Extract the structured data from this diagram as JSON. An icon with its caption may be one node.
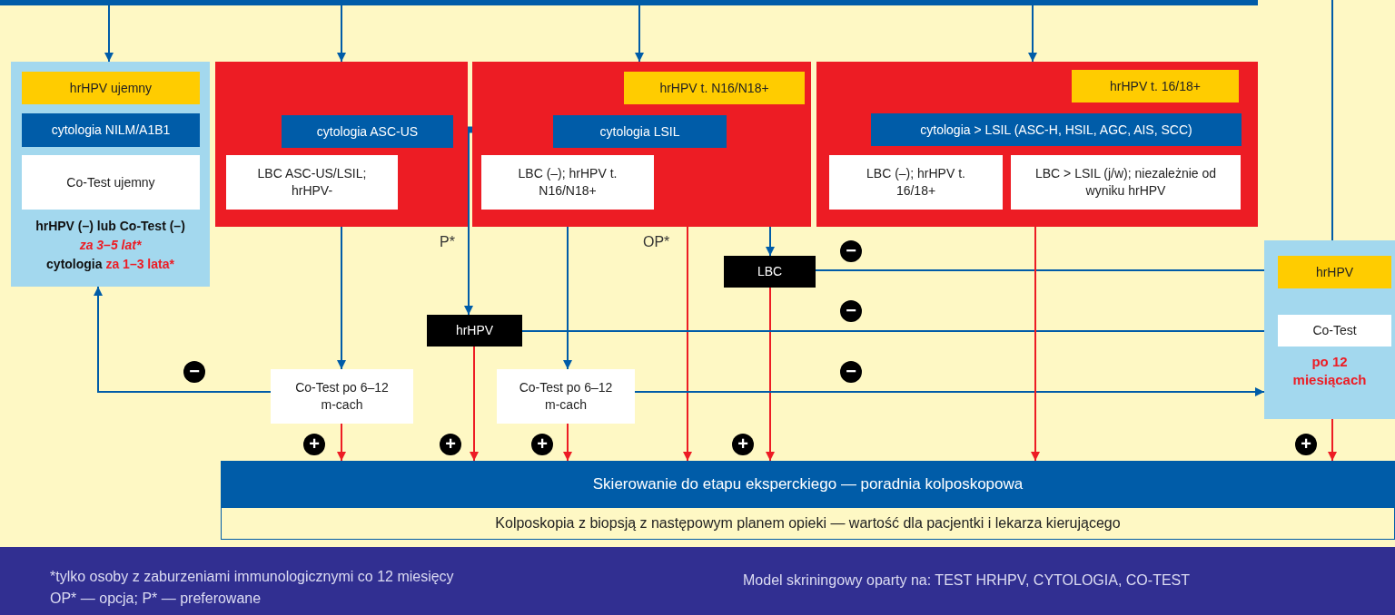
{
  "diagram": {
    "nodes": [
      {
        "text": [],
        "shape": "bar"
      },
      {
        "text": [
          "hrHPV (–) lub Co-Test (–)",
          "za 3–5 lat*",
          "cytologia",
          "za 1–3 lata*"
        ]
      },
      {
        "text": [
          "hrHPV ujemny"
        ],
        "in": 1
      },
      {
        "text": [
          "cytologia NILM/A1B1"
        ],
        "in": 1
      },
      {
        "text": [
          "Co-Test ujemny"
        ],
        "in": 1
      },
      {
        "text": [],
        "shape": "box"
      },
      {
        "text": [
          "cytologia ASC-US"
        ],
        "in": 5
      },
      {
        "text": [
          "LBC ASC-US/LSIL; hrHPV-"
        ],
        "in": 5
      },
      {
        "text": [],
        "shape": "box"
      },
      {
        "text": [
          "hrHPV t. N16/N18+"
        ],
        "in": 8
      },
      {
        "text": [
          "cytologia LSIL"
        ],
        "in": 8
      },
      {
        "text": [
          "LBC (–); hrHPV t. N16/N18+"
        ],
        "in": 8
      },
      {
        "text": [],
        "shape": "box"
      },
      {
        "text": [
          "hrHPV t. 16/18+"
        ],
        "in": 12
      },
      {
        "text": [
          "cytologia > LSIL (ASC-H, HSIL, AGC, AIS, SCC)"
        ],
        "in": 12
      },
      {
        "text": [
          "LBC (–); hrHPV t. 16/18+"
        ],
        "in": 12
      },
      {
        "text": [
          "LBC > LSIL (j/w); niezależnie od wyniku hrHPV"
        ],
        "in": 12
      },
      {
        "text": [
          "LBC"
        ]
      },
      {
        "text": [
          "hrHPV"
        ]
      },
      {
        "text": [
          "Co-Test po 6–12 m-cach"
        ]
      },
      {
        "text": [
          "Co-Test po 6–12 m-cach"
        ]
      },
      {
        "text": [
          "po 12 miesiącach"
        ]
      },
      {
        "text": [
          "hrHPV"
        ],
        "in": 21
      },
      {
        "text": [
          "Co-Test"
        ],
        "in": 21
      },
      {
        "text": [
          "Skierowanie do etapu eksperckiego — poradnia kolposkopowa"
        ]
      },
      {
        "text": [
          "Kolposkopia z biopsją z następowym planem opieki — wartość dla pacjentki i lekarza kierującego"
        ]
      },
      {
        "text": [
          "*tylko osoby z zaburzeniami immunologicznymi co 12 miesięcy",
          "OP* — opcja; P* — preferowane",
          "Model skriningowy oparty na: TEST HRHPV, CYTOLOGIA, CO-TEST"
        ]
      }
    ],
    "edges": [
      {
        "from": 0,
        "to": 1,
        "arrow": "to"
      },
      {
        "from": 0,
        "to": 5,
        "arrow": "to"
      },
      {
        "from": 0,
        "to": 8,
        "arrow": "to"
      },
      {
        "from": 0,
        "to": 12,
        "arrow": "to"
      },
      {
        "from": null,
        "to": 21,
        "arrow": "none"
      },
      {
        "from": 6,
        "to": 10,
        "arrow": "none",
        "style": "thick"
      },
      {
        "from": 6,
        "to": 18,
        "arrow": "to",
        "label": "P*"
      },
      {
        "from": 5,
        "to": 19,
        "arrow": "to"
      },
      {
        "from": 8,
        "to": 20,
        "arrow": "to"
      },
      {
        "from": 9,
        "to": 17,
        "arrow": "to"
      },
      {
        "from": 10,
        "to": 24,
        "arrow": "to",
        "label": "OP*",
        "color": "#ed1c24"
      },
      {
        "from": 17,
        "to": 22,
        "arrow": "to",
        "label": "−"
      },
      {
        "from": 17,
        "to": 24,
        "arrow": "to",
        "label": "+",
        "color": "#ed1c24"
      },
      {
        "from": 18,
        "to": 23,
        "arrow": "to",
        "label": "−"
      },
      {
        "from": 18,
        "to": 24,
        "arrow": "to",
        "label": "+",
        "color": "#ed1c24"
      },
      {
        "from": 19,
        "to": 1,
        "arrow": "to",
        "label": "−"
      },
      {
        "from": 19,
        "to": 24,
        "arrow": "to",
        "label": "+",
        "color": "#ed1c24"
      },
      {
        "from": 20,
        "to": 24,
        "arrow": "to",
        "label": "+",
        "color": "#ed1c24"
      },
      {
        "from": 20,
        "to": 21,
        "arrow": "to",
        "label": "−"
      },
      {
        "from": 12,
        "to": 24,
        "arrow": "to",
        "color": "#ed1c24"
      },
      {
        "from": 21,
        "to": 24,
        "arrow": "to",
        "label": "+",
        "color": "#ed1c24"
      }
    ]
  }
}
